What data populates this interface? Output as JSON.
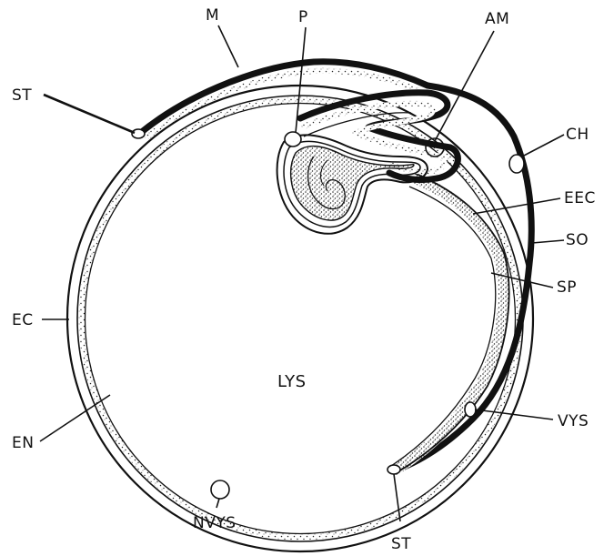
{
  "labels": {
    "M": "M",
    "P": "P",
    "AM": "AM",
    "ST_top": "ST",
    "CH": "CH",
    "EEC": "EEC",
    "SO": "SO",
    "SP": "SP",
    "EC": "EC",
    "LYS": "LYS",
    "VYS": "VYS",
    "EN": "EN",
    "NVYS": "NVYS",
    "ST_bottom": "ST"
  }
}
